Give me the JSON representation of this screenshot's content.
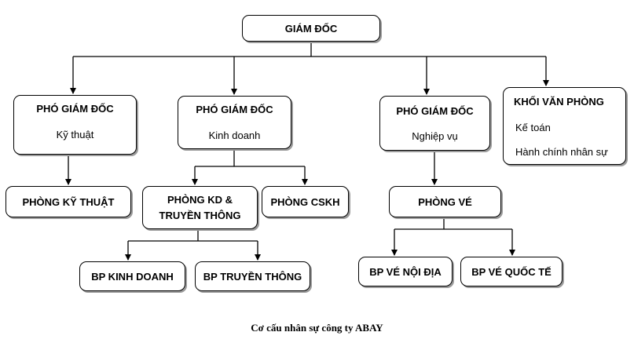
{
  "root": {
    "title": "GIÁM ĐỐC"
  },
  "deputies": [
    {
      "title": "PHÓ GIÁM ĐỐC",
      "area": "Kỹ thuật"
    },
    {
      "title": "PHÓ GIÁM ĐỐC",
      "area": "Kinh doanh"
    },
    {
      "title": "PHÓ GIÁM ĐỐC",
      "area": "Nghiệp vụ"
    }
  ],
  "office_block": {
    "title": "KHỐI VĂN PHÒNG",
    "items": [
      "Kế toán",
      "Hành chính nhân sự"
    ]
  },
  "departments": {
    "technical": "PHÒNG KỸ THUẬT",
    "kd_line1": "PHÒNG KD &",
    "kd_line2": "TRUYỀN THÔNG",
    "cskh": "PHÒNG CSKH",
    "ticket": "PHÒNG VÉ"
  },
  "units": {
    "sales": "BP KINH DOANH",
    "media": "BP TRUYỀN THÔNG",
    "domestic": "BP VÉ NỘI ĐỊA",
    "international": "BP VÉ QUỐC TẾ"
  },
  "caption": "Cơ cấu nhân sự công ty ABAY"
}
